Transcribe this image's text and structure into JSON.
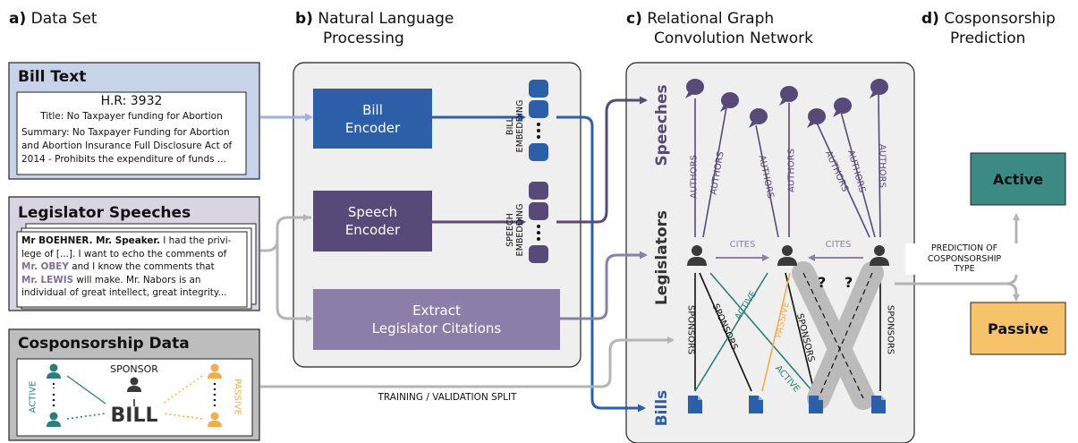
{
  "sections": {
    "a": {
      "letter": "a)",
      "title": "Data Set"
    },
    "b": {
      "letter": "b)",
      "title_line1": "Natural Language",
      "title_line2": "Processing"
    },
    "c": {
      "letter": "c)",
      "title_line1": "Relational Graph",
      "title_line2": "Convolution Network"
    },
    "d": {
      "letter": "d)",
      "title_line1": "Cosponsorship",
      "title_line2": "Prediction"
    }
  },
  "bill_text": {
    "title": "Bill Text",
    "number": "H.R: 3932",
    "title_line": "Title: No Taxpayer funding for Abortion",
    "summary_lines": [
      "Summary: No Taxpayer Funding for Abortion",
      "and Abortion Insurance Full Disclosure Act of",
      "2014 - Prohibits the expenditure of funds ..."
    ]
  },
  "speeches": {
    "title": "Legislator Speeches",
    "speaker": "Mr BOEHNER. Mr. Speaker.",
    "text1": "I had the privi-",
    "line2": "lege of [...]. I want to echo the comments of",
    "name1": "Mr. OBEY",
    "line3_rest": "and I know the comments that",
    "name2": "Mr. LEWIS",
    "line4_rest": "will make. Mr. Nabors is an",
    "line5": "individual of great intellect, great integrity..."
  },
  "cosponsorship": {
    "title": "Cosponsorship Data",
    "sponsor_label": "SPONSOR",
    "bill_label": "BILL",
    "active_label": "ACTIVE",
    "passive_label": "PASSIVE"
  },
  "nlp": {
    "bill_encoder": [
      "Bill",
      "Encoder"
    ],
    "speech_encoder": [
      "Speech",
      "Encoder"
    ],
    "citations": [
      "Extract",
      "Legislator Citations"
    ],
    "bill_embedding": [
      "BILL",
      "EMBEDDING"
    ],
    "speech_embedding": [
      "SPEECH",
      "EMBEDDING"
    ]
  },
  "graph": {
    "node_types": [
      "Speeches",
      "Legislators",
      "Bills"
    ],
    "authors_label": "AUTHORS",
    "cites_label": "CITES",
    "sponsors_label": "SPONSORS",
    "active_label": "ACTIVE",
    "passive_label": "PASSIVE",
    "unknown_label": "?"
  },
  "split_label": "TRAINING / VALIDATION SPLIT",
  "prediction": {
    "label_lines": [
      "PREDICTION OF",
      "COSPONSORSHIP",
      "TYPE"
    ],
    "active": "Active",
    "passive": "Passive"
  },
  "colors": {
    "bill_blue": "#2d5fa8",
    "bill_panel": "#c6d3e8",
    "speech_purple": "#574a78",
    "speech_panel": "#d9d4e2",
    "citations": "#8b7faa",
    "data_panel": "#bdbdbd",
    "panel_gray": "#efefef",
    "active_teal": "#2a7f7a",
    "active_box": "#3b8a84",
    "passive_orange": "#f0ad4e",
    "passive_box": "#f7c36a",
    "arrow_gray": "#b4b4b4"
  }
}
